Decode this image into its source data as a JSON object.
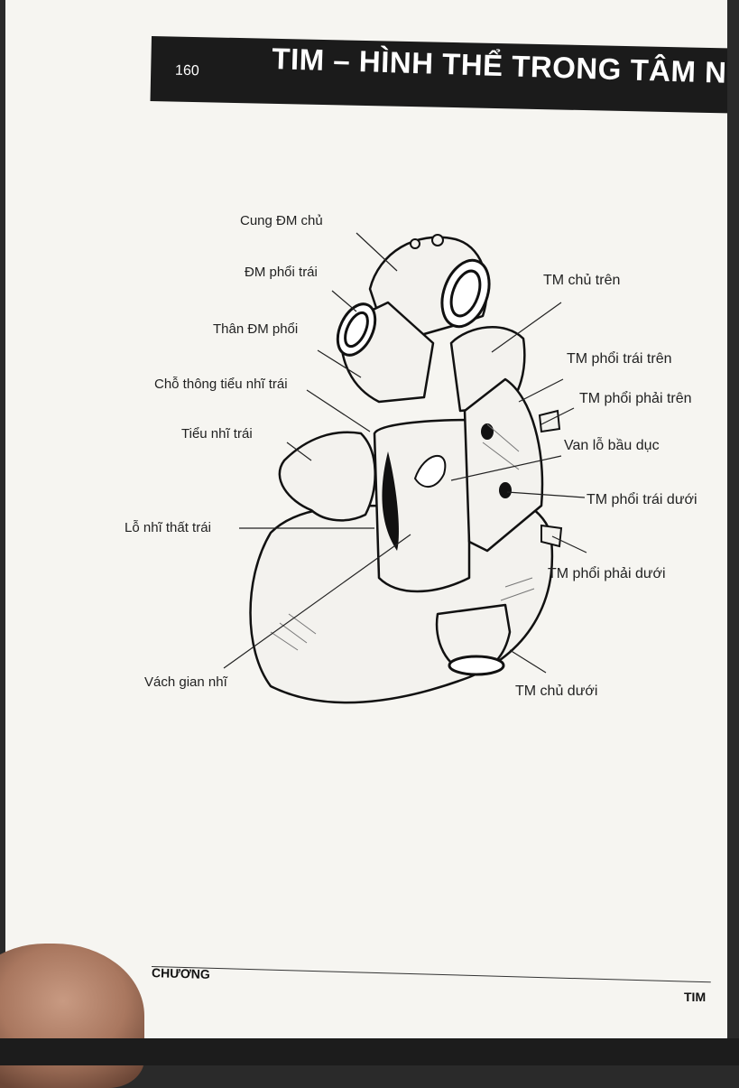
{
  "header": {
    "page_number": "160",
    "title": "TIM – HÌNH THỂ TRONG TÂM NHĨ TRÁI"
  },
  "figure": {
    "labels": {
      "cung_dm_chu": "Cung ĐM chủ",
      "dm_phoi_trai": "ĐM phổi trái",
      "than_dm_phoi": "Thân ĐM phổi",
      "cho_thong_tieu_nhi_trai": "Chỗ thông tiểu nhĩ trái",
      "tieu_nhi_trai": "Tiểu nhĩ trái",
      "lo_nhi_that_trai": "Lỗ nhĩ thất trái",
      "vach_gian_nhi": "Vách gian nhĩ",
      "tm_chu_tren": "TM chủ trên",
      "tm_phoi_trai_tren": "TM phổi trái trên",
      "tm_phoi_phai_tren": "TM phổi phải trên",
      "van_lo_bau_duc": "Van lỗ bầu dục",
      "tm_phoi_trai_duoi": "TM phổi trái dưới",
      "tm_phoi_phai_duoi": "TM phổi phải dưới",
      "tm_chu_duoi": "TM chủ dưới"
    }
  },
  "footer": {
    "left": "CHƯƠNG",
    "right": "TIM"
  }
}
